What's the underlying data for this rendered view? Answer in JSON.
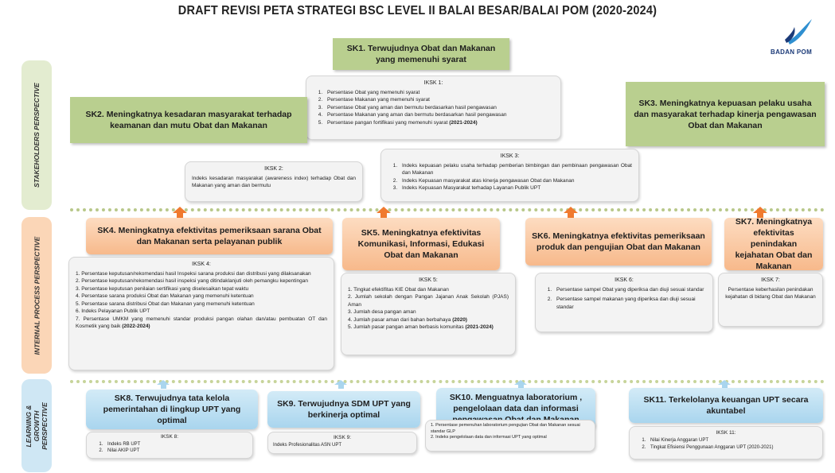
{
  "title": "DRAFT REVISI PETA STRATEGI BSC LEVEL II BALAI BESAR/BALAI POM (2020-2024)",
  "logo": {
    "text": "BADAN POM",
    "colors": [
      "#1b3a78",
      "#2f8fd0"
    ]
  },
  "perspectives": {
    "stakeholders": "STAKEHOLDERS PERSPECTIVE",
    "internal": "INTERNAL PROCESS PERSPECTIVE",
    "learning": [
      "LEARNING &",
      "GROWTH",
      "PERSPECTIVE"
    ]
  },
  "sk1": {
    "title": "SK1. Terwujudnya Obat dan Makanan yang memenuhi syarat",
    "ind_title": "IKSK 1:",
    "items": [
      "Persentase Obat yang memenuhi syarat",
      "Persentase Makanan yang memenuhi syarat",
      "Persentase Obat yang aman dan bermutu berdasarkan hasil pengawasan",
      "Persentase Makanan yang aman dan bermutu berdasarkan hasil pengawasan",
      "Persentase pangan fortifikasi yang memenuhi syarat"
    ],
    "item5_bold": "(2021-2024)"
  },
  "sk2": {
    "title": "SK2. Meningkatnya kesadaran masyarakat terhadap keamanan dan mutu Obat dan Makanan",
    "ind_title": "IKSK 2:",
    "text": "Indeks kesadaran masyarakat (awareness index) terhadap Obat dan Makanan yang aman dan bermutu"
  },
  "sk3": {
    "title": "SK3. Meningkatnya kepuasan pelaku usaha dan masyarakat terhadap kinerja pengawasan Obat dan Makanan",
    "ind_title": "IKSK 3:",
    "items": [
      "Indeks kepuasan pelaku usaha terhadap pemberian bimbingan dan pembinaan pengawasan Obat dan Makanan",
      "Indeks Kepuasan masyarakat atas kinerja pengawasan Obat dan Makanan",
      "Indeks Kepuasan Masyarakat terhadap Layanan Publik UPT"
    ]
  },
  "sk4": {
    "title": "SK4. Meningkatnya efektivitas pemeriksaan sarana Obat dan Makanan serta pelayanan publik",
    "ind_title": "IKSK 4:",
    "items": [
      "1. Persentase keputusan/rekomendasi hasil Inspeksi sarana produksi dan distribusi yang dilaksanakan",
      "2. Persentase keputusan/rekomendasi hasil inspeksi yang ditindaklanjuti oleh pemangku kepentingan",
      "3. Persentase keputusan penilaian sertifikasi yang diselesaikan tepat waktu",
      "4. Persentase sarana produksi Obat dan Makanan yang memenuhi ketentuan",
      "5. Persentase sarana distribusi Obat dan Makanan yang memenuhi ketentuan",
      "6. Indeks Pelayanan Publik UPT",
      "7. Persentase UMKM yang memenuhi standar produksi pangan olahan dan/atau pembuatan OT dan Kosmetik yang baik"
    ],
    "item7_bold": "(2022-2024)"
  },
  "sk5": {
    "title": "SK5. Meningkatnya efektivitas Komunikasi, Informasi, Edukasi Obat dan Makanan",
    "ind_title": "IKSK 5:",
    "items": [
      "1. Tingkat efektifitas KIE Obat dan Makanan",
      "2. Jumlah sekolah dengan Pangan Jajanan Anak Sekolah (PJAS) Aman",
      "3. Jumlah desa pangan aman",
      "4. Jumlah pasar aman dari bahan berbahaya",
      "5. Jumlah pasar pangan aman berbasis komunitas"
    ],
    "item4_bold": "(2020)",
    "item5_bold": "(2021-2024)"
  },
  "sk6": {
    "title": "SK6. Meningkatnya efektivitas pemeriksaan produk dan pengujian Obat dan Makanan",
    "ind_title": "IKSK 6:",
    "items": [
      "Persentase sampel Obat yang diperiksa dan diuji sesuai standar",
      "Persentase sampel makanan yang diperiksa dan diuji sesuai standar"
    ]
  },
  "sk7": {
    "title": "SK7. Meningkatnya efektivitas penindakan kejahatan Obat dan Makanan",
    "ind_title": "IKSK 7:",
    "text": "Persentase keberhasilan penindakan kejahatan di bidang Obat dan Makanan"
  },
  "sk8": {
    "title": "SK8. Terwujudnya tata kelola pemerintahan di lingkup UPT yang optimal",
    "ind_title": "IKSK 8:",
    "items": [
      "Indeks RB UPT",
      "Nilai AKIP UPT"
    ]
  },
  "sk9": {
    "title": "SK9. Terwujudnya SDM UPT yang berkinerja optimal",
    "ind_title": "IKSK 9:",
    "text": "Indeks Profesionalitas ASN UPT"
  },
  "sk10": {
    "title": "SK10. Menguatnya laboratorium , pengelolaan data dan informasi pengawasan Obat dan Makanan",
    "items": [
      "1. Persentase pemenuhan laboratorium pengujian Obat dan Makanan sesuai standar GLP",
      "2. Indeks pengelolaan data dan informasi UPT yang optimal"
    ]
  },
  "sk11": {
    "title": "SK11. Terkelolanya keuangan UPT secara akuntabel",
    "ind_title": "IKSK 11:",
    "items": [
      "Nilai Kinerja Anggaran UPT",
      "Tingkat Efisiensi Penggunaan Anggaran UPT (2020-2021)"
    ]
  },
  "colors": {
    "green": "#b9cf8f",
    "orange": "#f7b98b",
    "arrow_orange": "#f07a2f",
    "blue": "#a9d5ee",
    "indicator_bg": "#f3f3f3"
  }
}
